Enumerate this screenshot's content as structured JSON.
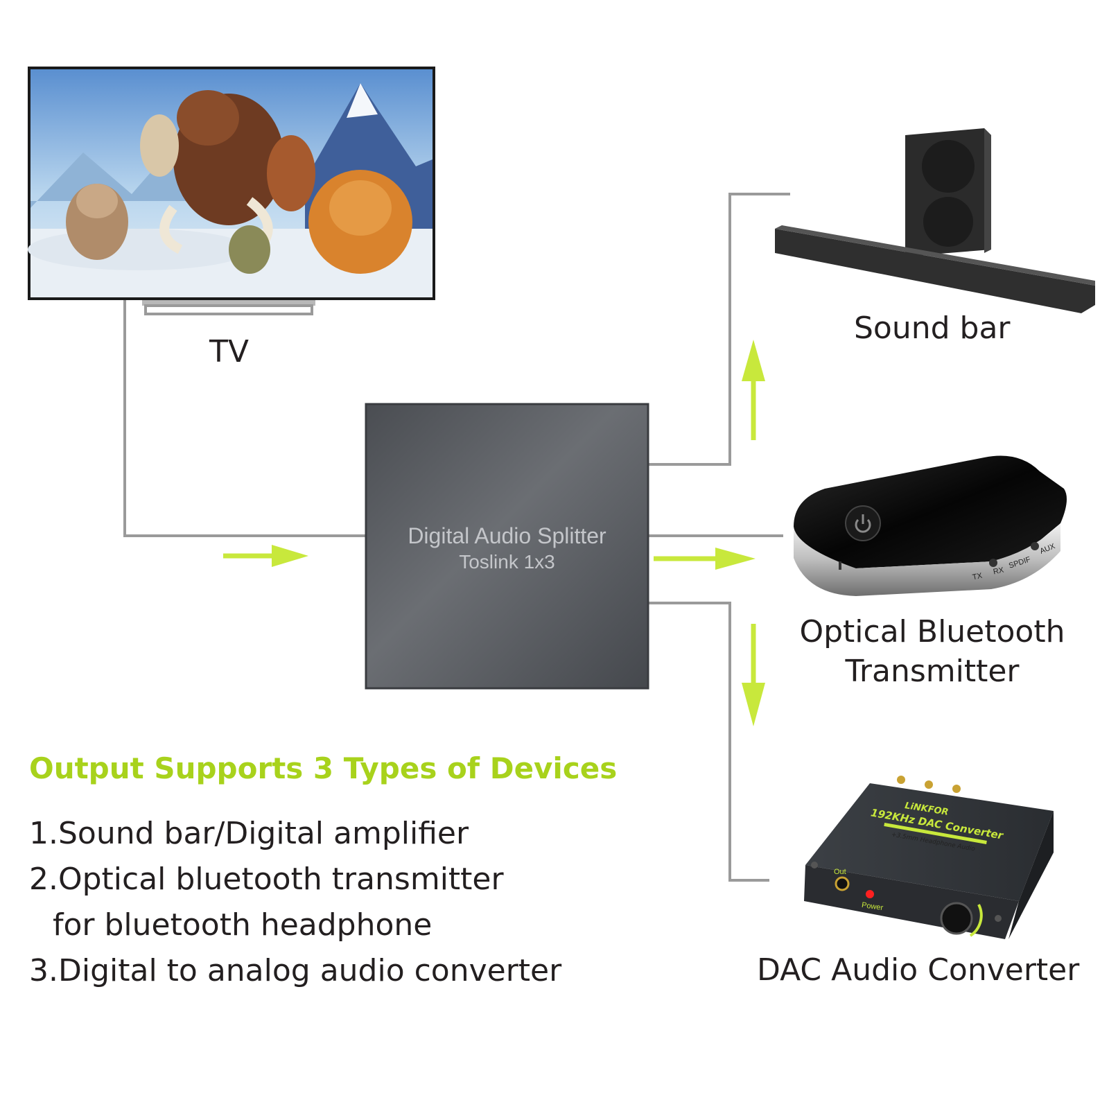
{
  "devices": {
    "tv": {
      "label": "TV"
    },
    "splitter": {
      "title": "Digital Audio Splitter",
      "subtitle": "Toslink 1x3"
    },
    "soundbar": {
      "label": "Sound bar"
    },
    "bt_transmitter": {
      "label_line1": "Optical Bluetooth",
      "label_line2": "Transmitter",
      "buttons": [
        "TX",
        "RX",
        "SPDIF",
        "AUX"
      ]
    },
    "dac": {
      "label": "DAC Audio Converter",
      "brand": "LiNKFOR",
      "model": "192KHz DAC Converter",
      "feature": "+3.5mm Headphone Audio",
      "jack_label": "Out",
      "power_label": "Power"
    }
  },
  "features": {
    "heading": "Output Supports 3 Types of Devices",
    "items": [
      "1.Sound bar/Digital amplifier",
      "2.Optical bluetooth transmitter",
      "for bluetooth headphone",
      "3.Digital to analog audio converter"
    ]
  },
  "colors": {
    "accent": "#a8d21c",
    "cable": "#9a9a9a",
    "splitter_body": "#55585d"
  },
  "icons": [
    "arrow-right-icon",
    "arrow-up-icon",
    "arrow-down-icon",
    "power-icon"
  ]
}
